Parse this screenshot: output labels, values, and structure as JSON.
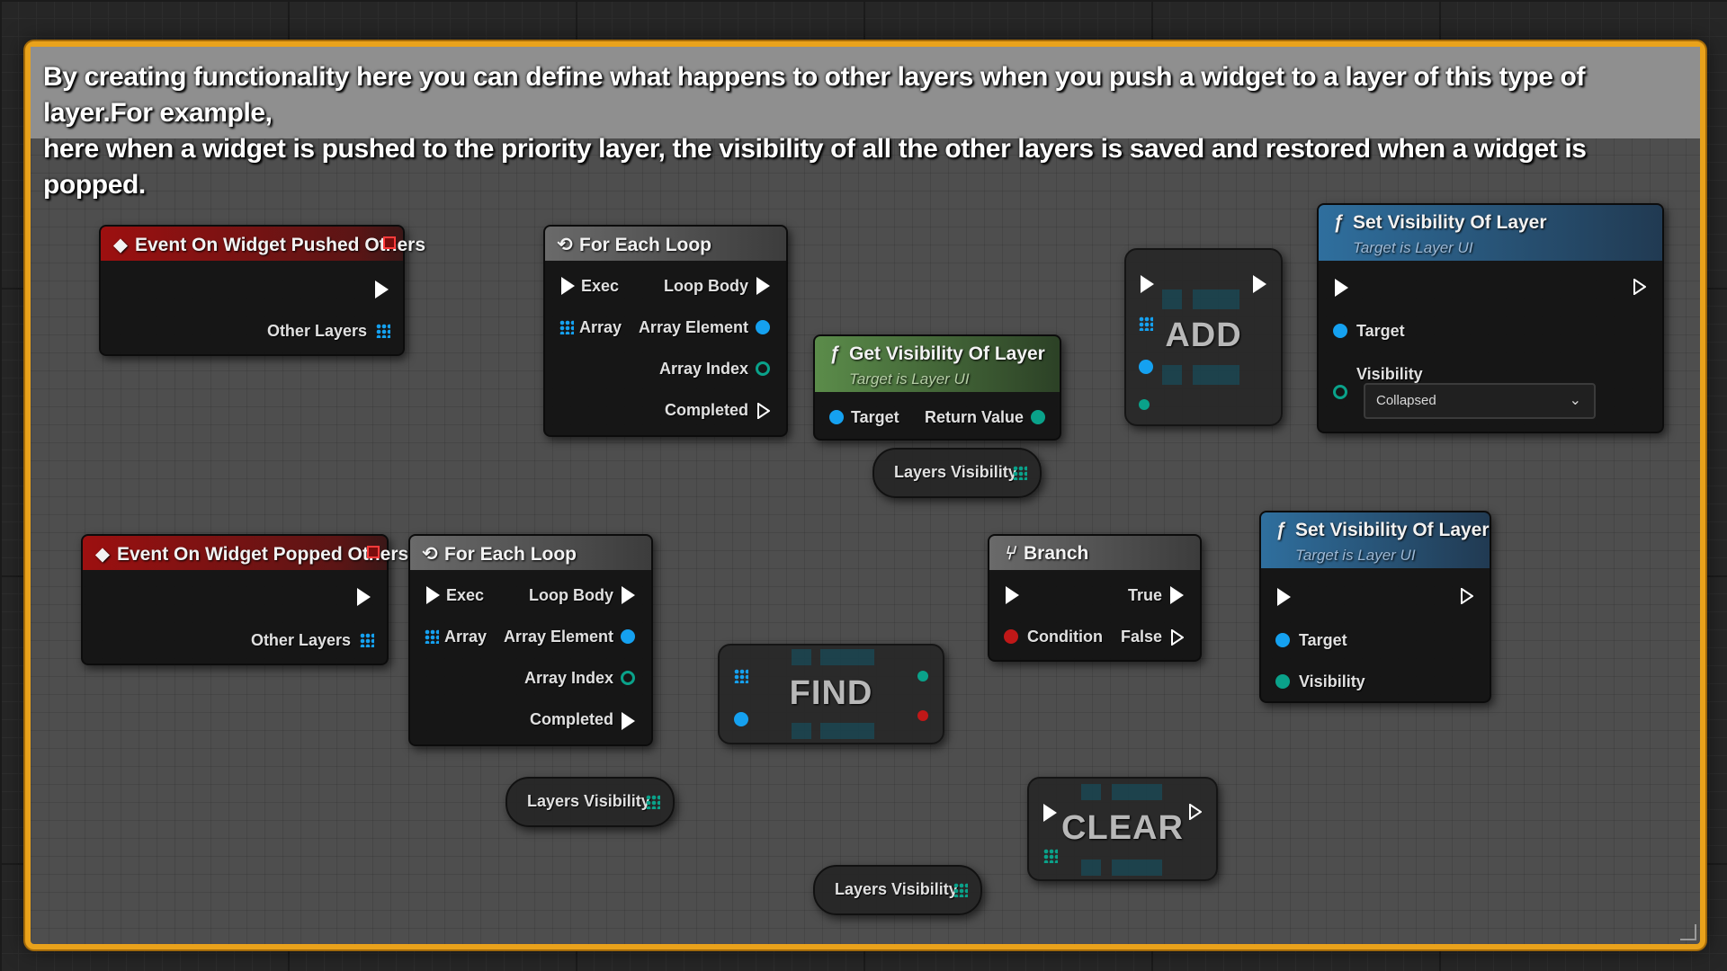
{
  "comment": {
    "text": "By creating functionality here you can define what happens to other layers when you push a widget to a layer of this type of layer.For example,\nhere when a widget is pushed to the priority layer, the visibility of all the other layers is saved and restored when a widget is popped.",
    "border_color": "#e9a21b",
    "header_color": "#8f8f8f"
  },
  "pin_colors": {
    "exec": "#ffffff",
    "object": "#15a1f0",
    "integer": "#0aa28a",
    "boolean": "#c01818"
  },
  "icons": {
    "event": "event-diamond-icon",
    "macro": "loop-icon",
    "function": "function-f-icon",
    "branch": "branch-icon",
    "array": "array-grid-icon"
  },
  "nodes": {
    "event_pushed": {
      "title": "Event On Widget Pushed Others",
      "pins": {
        "other_layers": "Other Layers"
      }
    },
    "foreach_top": {
      "title": "For Each Loop",
      "pins": {
        "exec": "Exec",
        "array": "Array",
        "loop_body": "Loop Body",
        "array_element": "Array Element",
        "array_index": "Array Index",
        "completed": "Completed"
      }
    },
    "get_visibility": {
      "title": "Get Visibility Of Layer",
      "subtitle": "Target is Layer UI",
      "pins": {
        "target": "Target",
        "return_value": "Return Value"
      }
    },
    "add": {
      "title": "ADD"
    },
    "set_visibility_top": {
      "title": "Set Visibility Of Layer",
      "subtitle": "Target is Layer UI",
      "pins": {
        "target": "Target",
        "visibility": "Visibility"
      },
      "visibility_value": "Collapsed"
    },
    "layers_visibility_1": {
      "label": "Layers Visibility"
    },
    "event_popped": {
      "title": "Event On Widget Popped Others",
      "pins": {
        "other_layers": "Other Layers"
      }
    },
    "foreach_bottom": {
      "title": "For Each Loop",
      "pins": {
        "exec": "Exec",
        "array": "Array",
        "loop_body": "Loop Body",
        "array_element": "Array Element",
        "array_index": "Array Index",
        "completed": "Completed"
      }
    },
    "find": {
      "title": "FIND"
    },
    "branch": {
      "title": "Branch",
      "pins": {
        "condition": "Condition",
        "true_label": "True",
        "false_label": "False"
      }
    },
    "set_visibility_bottom": {
      "title": "Set Visibility Of Layer",
      "subtitle": "Target is Layer UI",
      "pins": {
        "target": "Target",
        "visibility": "Visibility"
      }
    },
    "layers_visibility_2": {
      "label": "Layers Visibility"
    },
    "clear": {
      "title": "CLEAR"
    },
    "layers_visibility_3": {
      "label": "Layers Visibility"
    }
  }
}
